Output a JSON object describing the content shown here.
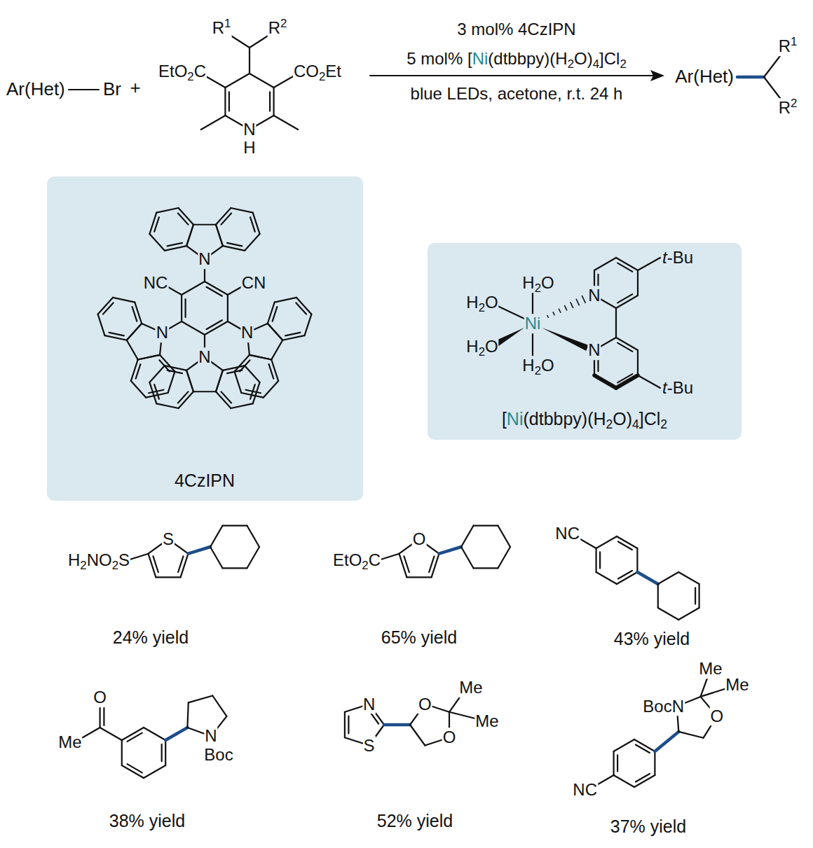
{
  "diagram": {
    "nodes": [
      {
        "text": [
          "N",
          "NC",
          "CN",
          "N",
          "N",
          "N",
          "4CzIPN"
        ]
      },
      {
        "text": [
          "H2O",
          "t-Bu",
          "H2O",
          "N",
          "Ni",
          "H2O",
          "N",
          "H2O",
          "t-Bu",
          "[Ni(dtbbpy)(H2O)4]Cl2"
        ]
      }
    ],
    "labels": [
      "Ar(Het)",
      "Br",
      "+",
      "R1",
      "R2",
      "EtO2C",
      "CO2Et",
      "N",
      "H",
      "3 mol% 4CzIPN",
      "5 mol% [Ni(dtbbpy)(H2O)4]Cl2",
      "blue LEDs, acetone, r.t. 24 h",
      "Ar(Het)",
      "R1",
      "R2",
      "H2NO2S",
      "S",
      "24% yield",
      "EtO2C",
      "O",
      "65% yield",
      "NC",
      "43% yield",
      "O",
      "Me",
      "N",
      "Boc",
      "38% yield",
      "N",
      "S",
      "O",
      "O",
      "Me",
      "Me",
      "52% yield",
      "Me",
      "Me",
      "BocN",
      "O",
      "NC",
      "37% yield"
    ]
  }
}
